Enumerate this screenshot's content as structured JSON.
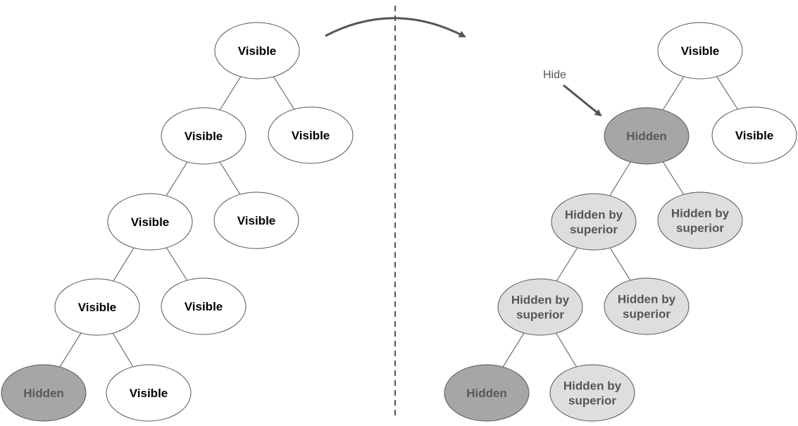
{
  "colors": {
    "visible_fill": "#ffffff",
    "visible_text": "#000000",
    "hidden_fill": "#a6a6a6",
    "hidden_text": "#595959",
    "superior_fill": "#dedede",
    "superior_text": "#555555",
    "edge": "#555555",
    "arrow": "#555555"
  },
  "annotation": {
    "hide_label": "Hide"
  },
  "trees": [
    {
      "id": "before",
      "nodes": [
        {
          "id": "b0",
          "state": "visible",
          "lines": [
            "Visible"
          ]
        },
        {
          "id": "b1",
          "state": "visible",
          "lines": [
            "Visible"
          ]
        },
        {
          "id": "b2",
          "state": "visible",
          "lines": [
            "Visible"
          ]
        },
        {
          "id": "b3",
          "state": "visible",
          "lines": [
            "Visible"
          ]
        },
        {
          "id": "b4",
          "state": "visible",
          "lines": [
            "Visible"
          ]
        },
        {
          "id": "b5",
          "state": "visible",
          "lines": [
            "Visible"
          ]
        },
        {
          "id": "b6",
          "state": "visible",
          "lines": [
            "Visible"
          ]
        },
        {
          "id": "b7",
          "state": "hidden",
          "lines": [
            "Hidden"
          ]
        },
        {
          "id": "b8",
          "state": "visible",
          "lines": [
            "Visible"
          ]
        }
      ],
      "edges": [
        [
          "b0",
          "b1"
        ],
        [
          "b0",
          "b2"
        ],
        [
          "b1",
          "b3"
        ],
        [
          "b1",
          "b4"
        ],
        [
          "b3",
          "b5"
        ],
        [
          "b3",
          "b6"
        ],
        [
          "b5",
          "b7"
        ],
        [
          "b5",
          "b8"
        ]
      ]
    },
    {
      "id": "after",
      "nodes": [
        {
          "id": "a0",
          "state": "visible",
          "lines": [
            "Visible"
          ]
        },
        {
          "id": "a1",
          "state": "hidden",
          "lines": [
            "Hidden"
          ]
        },
        {
          "id": "a2",
          "state": "visible",
          "lines": [
            "Visible"
          ]
        },
        {
          "id": "a3",
          "state": "superior",
          "lines": [
            "Hidden by",
            "superior"
          ]
        },
        {
          "id": "a4",
          "state": "superior",
          "lines": [
            "Hidden by",
            "superior"
          ]
        },
        {
          "id": "a5",
          "state": "superior",
          "lines": [
            "Hidden by",
            "superior"
          ]
        },
        {
          "id": "a6",
          "state": "superior",
          "lines": [
            "Hidden by",
            "superior"
          ]
        },
        {
          "id": "a7",
          "state": "hidden",
          "lines": [
            "Hidden"
          ]
        },
        {
          "id": "a8",
          "state": "superior",
          "lines": [
            "Hidden by",
            "superior"
          ]
        }
      ],
      "edges": [
        [
          "a0",
          "a1"
        ],
        [
          "a0",
          "a2"
        ],
        [
          "a1",
          "a3"
        ],
        [
          "a1",
          "a4"
        ],
        [
          "a3",
          "a5"
        ],
        [
          "a3",
          "a6"
        ],
        [
          "a5",
          "a7"
        ],
        [
          "a5",
          "a8"
        ]
      ]
    }
  ]
}
